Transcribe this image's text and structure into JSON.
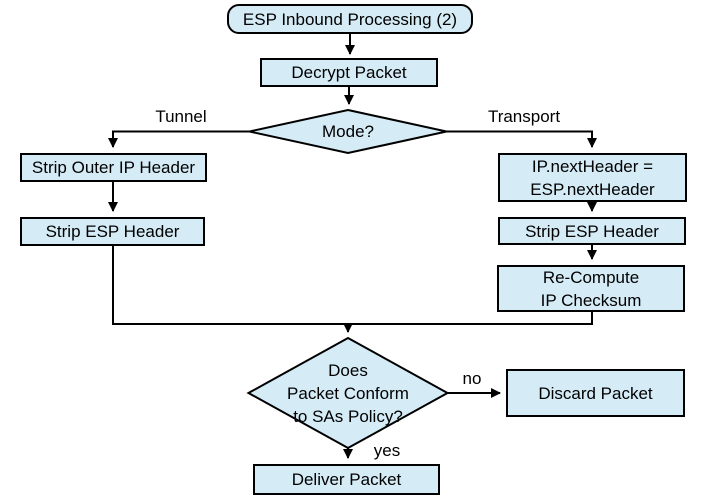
{
  "colors": {
    "node_fill": "#d5ecf7",
    "node_border": "#000000",
    "line": "#000000",
    "text": "#000000",
    "background": "#ffffff"
  },
  "nodes": {
    "start": {
      "type": "terminator",
      "label": "ESP Inbound Processing (2)"
    },
    "decrypt": {
      "type": "process",
      "label": "Decrypt Packet"
    },
    "mode": {
      "type": "decision",
      "label": "Mode?"
    },
    "strip_outer_ip": {
      "type": "process",
      "label": "Strip Outer IP Header"
    },
    "strip_esp_tunnel": {
      "type": "process",
      "label": "Strip ESP Header"
    },
    "ip_next_header": {
      "type": "process",
      "label": "IP.nextHeader =\nESP.nextHeader"
    },
    "strip_esp_transport": {
      "type": "process",
      "label": "Strip ESP Header"
    },
    "recompute_checksum": {
      "type": "process",
      "label": "Re-Compute\nIP Checksum"
    },
    "sa_policy": {
      "type": "decision",
      "label": "Does\nPacket Conform\nto SAs Policy?"
    },
    "discard": {
      "type": "process",
      "label": "Discard Packet"
    },
    "deliver": {
      "type": "process",
      "label": "Deliver Packet"
    }
  },
  "edge_labels": {
    "tunnel": "Tunnel",
    "transport": "Transport",
    "no": "no",
    "yes": "yes"
  }
}
